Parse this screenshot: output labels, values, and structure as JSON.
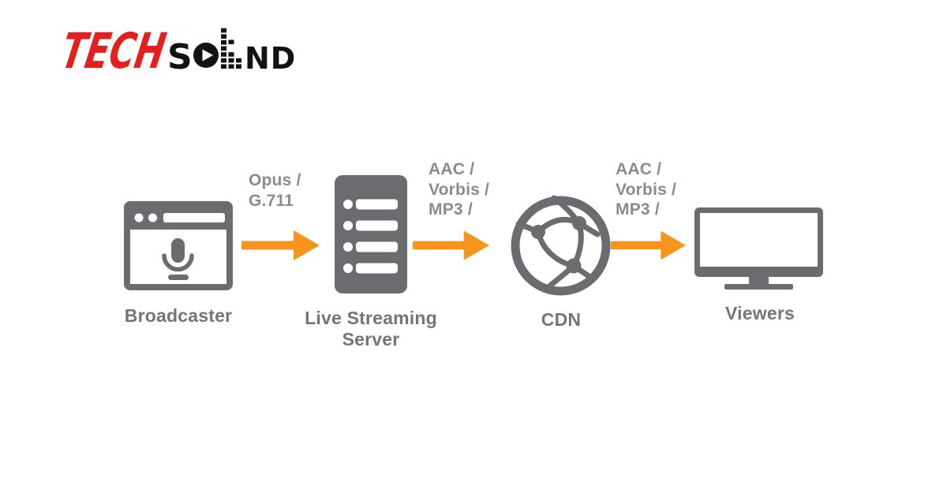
{
  "logo": {
    "name": "TechSound",
    "part_red": "TECH",
    "part_s": "S",
    "part_nd": "ND",
    "icons": [
      "play-icon",
      "equalizer-bars-icon"
    ]
  },
  "colors": {
    "accent_orange": "#f7941e",
    "icon_gray": "#6b6c6f",
    "label_gray": "#747579",
    "codec_gray": "#8a8b8f",
    "brand_red": "#e4201f",
    "brand_black": "#121212"
  },
  "diagram": {
    "nodes": [
      {
        "id": "broadcaster",
        "label": "Broadcaster",
        "icon": "browser-microphone-icon"
      },
      {
        "id": "live-streaming-server",
        "label": "Live Streaming Server",
        "label_line1": "Live Streaming",
        "label_line2": "Server",
        "icon": "server-rack-icon"
      },
      {
        "id": "cdn",
        "label": "CDN",
        "icon": "globe-network-icon"
      },
      {
        "id": "viewers",
        "label": "Viewers",
        "icon": "tv-monitor-icon"
      }
    ],
    "edges": [
      {
        "from": "broadcaster",
        "to": "live-streaming-server",
        "icon": "arrow-right-icon",
        "lines": [
          "Opus /",
          "G.711"
        ]
      },
      {
        "from": "live-streaming-server",
        "to": "cdn",
        "icon": "arrow-right-icon",
        "lines": [
          "AAC /",
          "Vorbis /",
          "MP3 /"
        ]
      },
      {
        "from": "cdn",
        "to": "viewers",
        "icon": "arrow-right-icon",
        "lines": [
          "AAC /",
          "Vorbis /",
          "MP3 /"
        ]
      }
    ]
  }
}
